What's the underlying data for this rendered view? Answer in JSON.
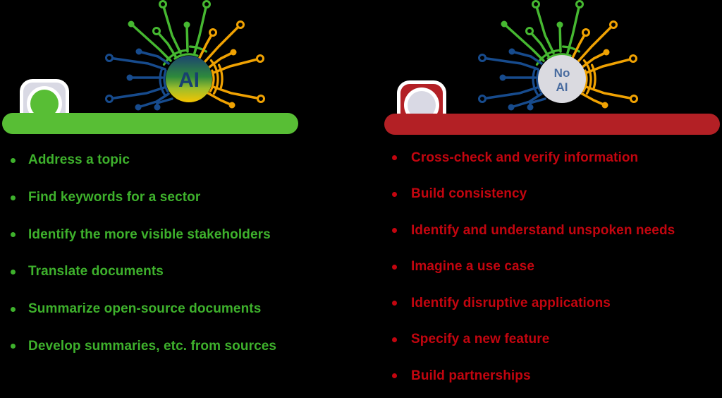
{
  "colors": {
    "background": "#000000",
    "green_bar": "#58BE35",
    "green_text": "#3EB12C",
    "red_bar": "#B32025",
    "red_text": "#C3050F",
    "circuit_blue": "#174B8D",
    "circuit_green": "#46B831",
    "circuit_orange": "#F0A202",
    "ai_text": "#18406F",
    "noai_text": "#2F5894",
    "noai_circle": "#DADAE0",
    "icon_lavender": "#D9D9E4"
  },
  "icons": {
    "ai_badge": "green-circle-in-white-rounded-square",
    "noai_badge": "lavender-circle-in-red-rounded-square",
    "ai_graphic": "circuit-brain-gradient-circle",
    "noai_graphic": "circuit-brain-gray-circle"
  },
  "left_panel": {
    "graphic_label": "AI",
    "items": [
      "Address a topic",
      "Find keywords for a sector",
      "Identify the more visible stakeholders",
      "Translate documents",
      "Summarize open-source documents",
      "Develop summaries, etc. from sources"
    ]
  },
  "right_panel": {
    "graphic_label_line1": "No",
    "graphic_label_line2": "AI",
    "items": [
      "Cross-check and verify information",
      "Build consistency",
      "Identify and understand unspoken needs",
      "Imagine a use case",
      "Identify disruptive applications",
      "Specify a new feature",
      "Build partnerships"
    ]
  }
}
